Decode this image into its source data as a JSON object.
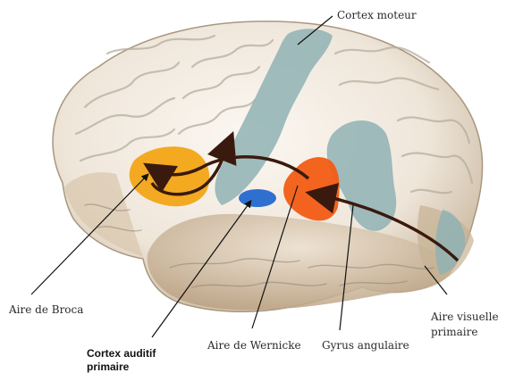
{
  "labels": {
    "cortex_moteur": "Cortex moteur",
    "aire_broca": "Aire de Broca",
    "cortex_auditif_line1": "Cortex auditif",
    "cortex_auditif_line2": "primaire",
    "aire_wernicke": "Aire de Wernicke",
    "gyrus_angulaire": "Gyrus angulaire",
    "aire_visuelle_line1": "Aire visuelle",
    "aire_visuelle_line2": "primaire"
  },
  "colors": {
    "broca": "#f2a516",
    "wernicke": "#f25c14",
    "auditory": "#2f6fd0",
    "motor_cortex": "#8fb1b4",
    "pathway_arrow": "#3a1a0e",
    "brain_base": "#efe6da"
  }
}
